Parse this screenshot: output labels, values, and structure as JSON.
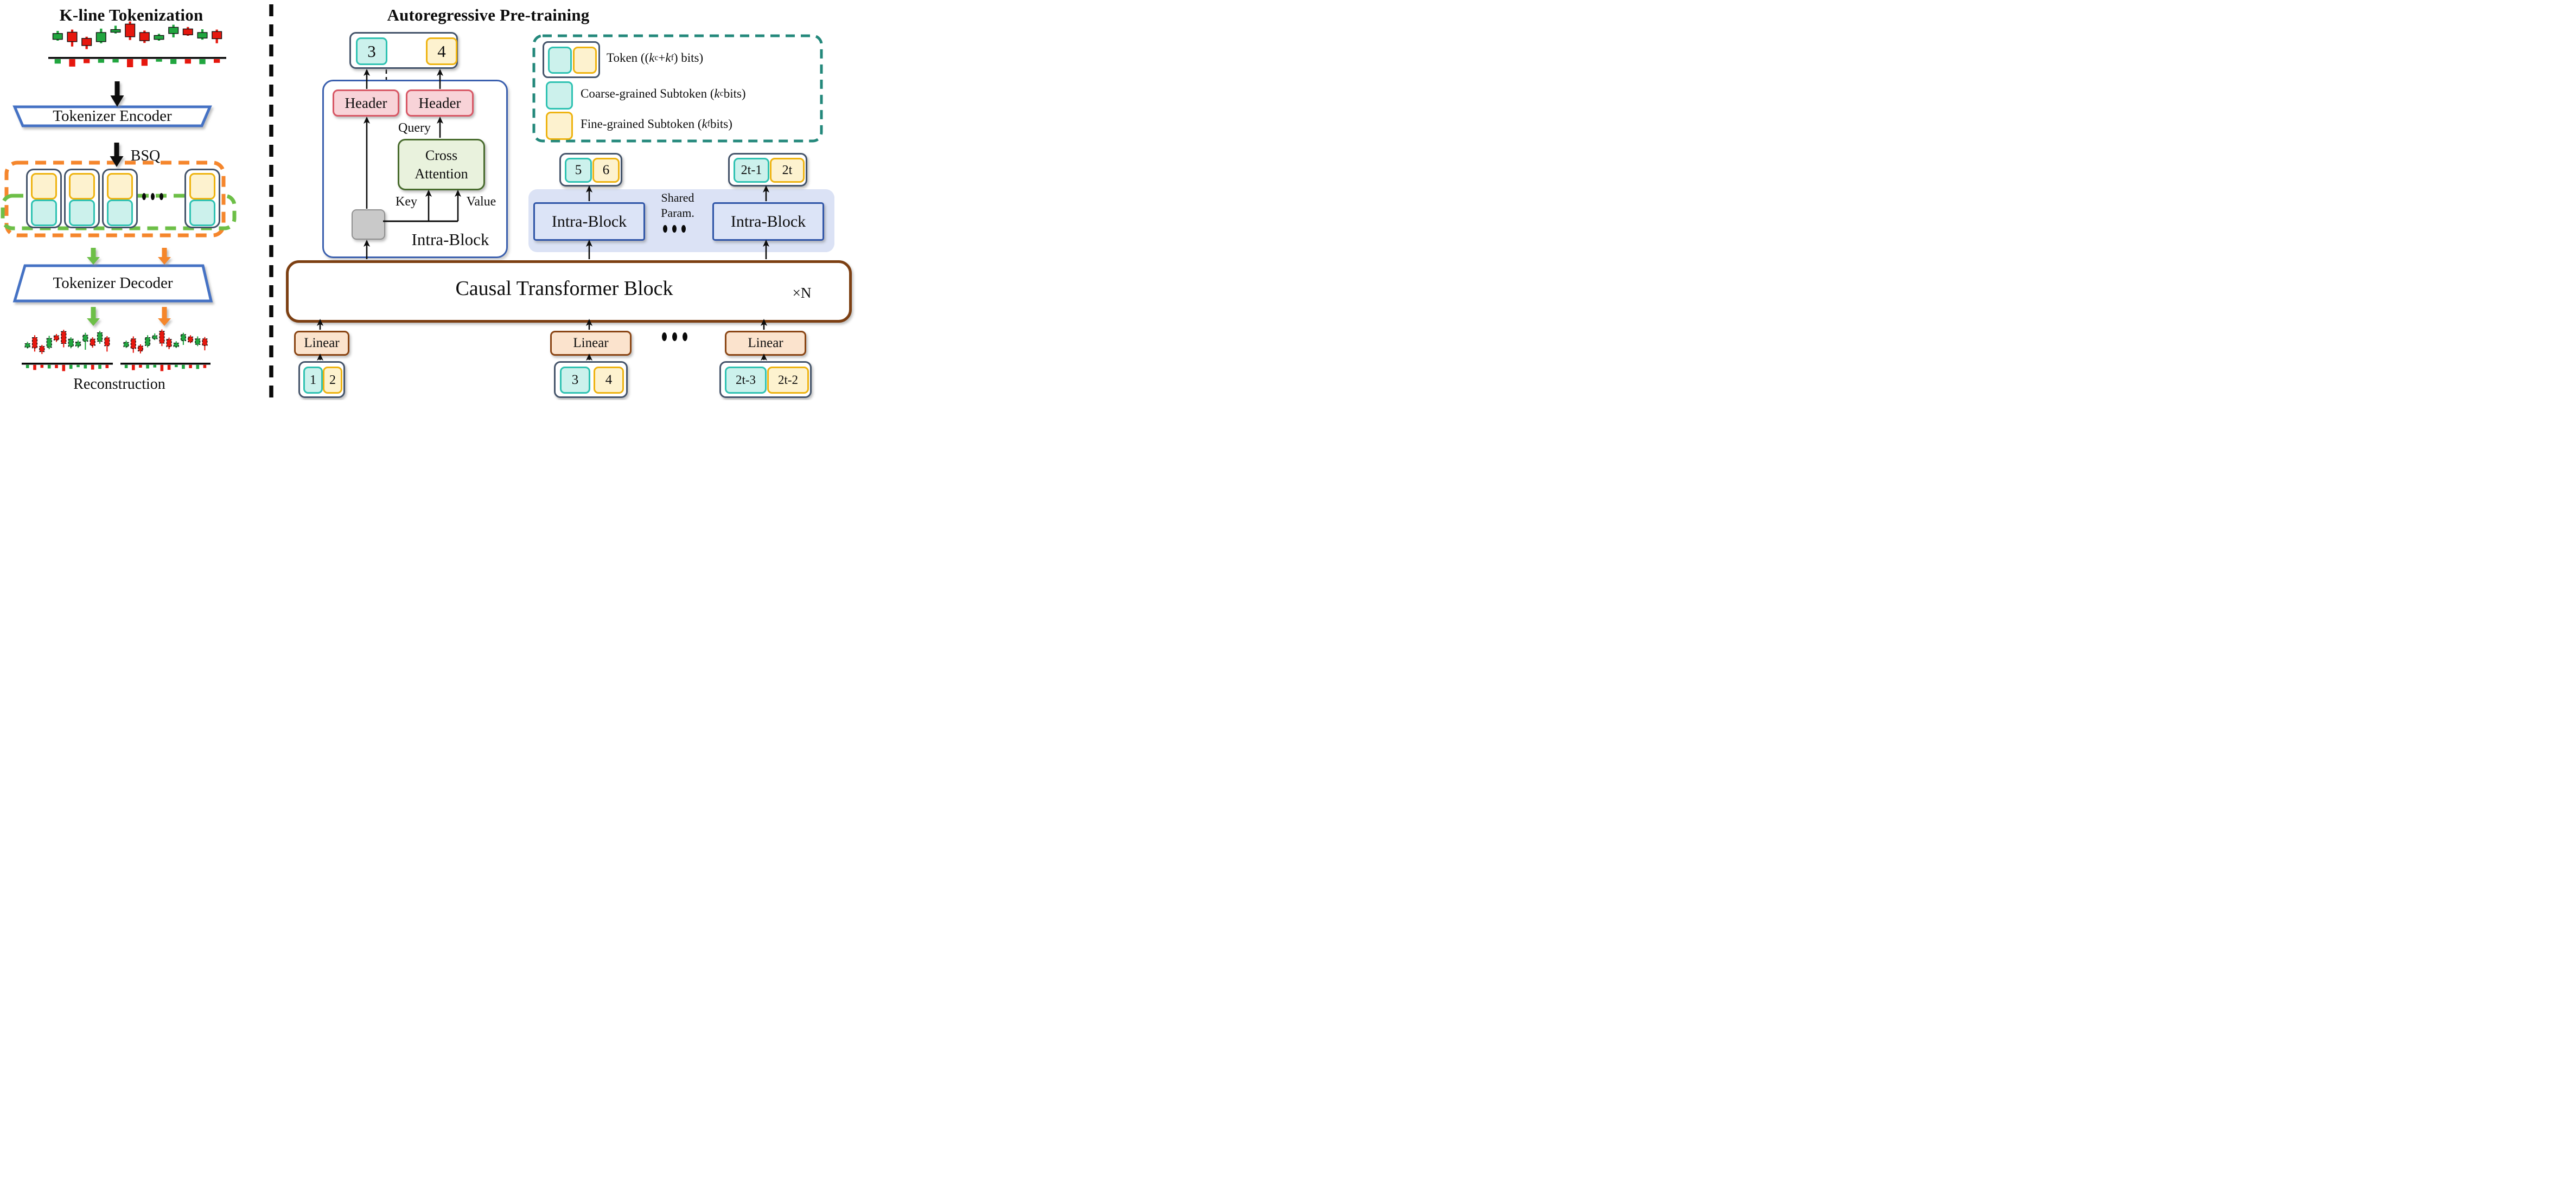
{
  "left_panel": {
    "title": "K-line Tokenization",
    "encoder_label": "Tokenizer Encoder",
    "bsq_label": "BSQ",
    "decoder_label": "Tokenizer Decoder",
    "reconstruction_label": "Reconstruction",
    "kline_chart": {
      "type": "candlestick",
      "candles": [
        {
          "d": "up",
          "wt": 30,
          "wb": 60,
          "bt": 38,
          "bb": 56,
          "v": 0.55
        },
        {
          "d": "down",
          "wt": 26,
          "wb": 78,
          "bt": 34,
          "bb": 63,
          "v": 0.92
        },
        {
          "d": "down",
          "wt": 48,
          "wb": 86,
          "bt": 53,
          "bb": 75,
          "v": 0.5
        },
        {
          "d": "up",
          "wt": 23,
          "wb": 68,
          "bt": 35,
          "bb": 63,
          "v": 0.45
        },
        {
          "d": "up",
          "wt": 14,
          "wb": 38,
          "bt": 26,
          "bb": 34,
          "v": 0.42
        },
        {
          "d": "down",
          "wt": 1,
          "wb": 58,
          "bt": 9,
          "bb": 48,
          "v": 1.0
        },
        {
          "d": "down",
          "wt": 29,
          "wb": 67,
          "bt": 35,
          "bb": 60,
          "v": 0.82
        },
        {
          "d": "up",
          "wt": 39,
          "wb": 60,
          "bt": 44,
          "bb": 56,
          "v": 0.32
        },
        {
          "d": "up",
          "wt": 11,
          "wb": 50,
          "bt": 19,
          "bb": 38,
          "v": 0.6
        },
        {
          "d": "down",
          "wt": 18,
          "wb": 45,
          "bt": 24,
          "bb": 42,
          "v": 0.55
        },
        {
          "d": "up",
          "wt": 25,
          "wb": 57,
          "bt": 35,
          "bb": 52,
          "v": 0.62
        },
        {
          "d": "down",
          "wt": 26,
          "wb": 68,
          "bt": 32,
          "bb": 54,
          "v": 0.46
        }
      ]
    },
    "recon_chart_left": {
      "type": "candlestick",
      "candles": [
        {
          "d": "up",
          "wt": 42,
          "wb": 64,
          "bt": 48,
          "bb": 60,
          "v": 0.5
        },
        {
          "d": "down",
          "wt": 20,
          "wb": 74,
          "bt": 28,
          "bb": 62,
          "v": 0.78
        },
        {
          "d": "down",
          "wt": 52,
          "wb": 82,
          "bt": 57,
          "bb": 74,
          "v": 0.45
        },
        {
          "d": "up",
          "wt": 22,
          "wb": 66,
          "bt": 31,
          "bb": 60,
          "v": 0.55
        },
        {
          "d": "down",
          "wt": 16,
          "wb": 42,
          "bt": 22,
          "bb": 36,
          "v": 0.5
        },
        {
          "d": "down",
          "wt": 2,
          "wb": 60,
          "bt": 8,
          "bb": 47,
          "v": 0.95
        },
        {
          "d": "up",
          "wt": 27,
          "wb": 63,
          "bt": 33,
          "bb": 57,
          "v": 0.6
        },
        {
          "d": "up",
          "wt": 37,
          "wb": 62,
          "bt": 43,
          "bb": 56,
          "v": 0.35
        },
        {
          "d": "up",
          "wt": 12,
          "wb": 68,
          "bt": 20,
          "bb": 40,
          "v": 0.55
        },
        {
          "d": "down",
          "wt": 27,
          "wb": 61,
          "bt": 33,
          "bb": 54,
          "v": 0.72
        },
        {
          "d": "up",
          "wt": 6,
          "wb": 48,
          "bt": 12,
          "bb": 40,
          "v": 0.6
        },
        {
          "d": "down",
          "wt": 23,
          "wb": 74,
          "bt": 29,
          "bb": 55,
          "v": 0.5
        }
      ]
    },
    "recon_chart_right": {
      "type": "candlestick",
      "candles": [
        {
          "d": "up",
          "wt": 38,
          "wb": 62,
          "bt": 44,
          "bb": 58,
          "v": 0.5
        },
        {
          "d": "down",
          "wt": 24,
          "wb": 78,
          "bt": 32,
          "bb": 64,
          "v": 0.8
        },
        {
          "d": "down",
          "wt": 50,
          "wb": 80,
          "bt": 56,
          "bb": 72,
          "v": 0.42
        },
        {
          "d": "up",
          "wt": 20,
          "wb": 60,
          "bt": 28,
          "bb": 54,
          "v": 0.55
        },
        {
          "d": "up",
          "wt": 14,
          "wb": 36,
          "bt": 22,
          "bb": 32,
          "v": 0.4
        },
        {
          "d": "down",
          "wt": 1,
          "wb": 56,
          "bt": 7,
          "bb": 46,
          "v": 0.95
        },
        {
          "d": "down",
          "wt": 28,
          "wb": 66,
          "bt": 34,
          "bb": 58,
          "v": 0.75
        },
        {
          "d": "up",
          "wt": 40,
          "wb": 62,
          "bt": 46,
          "bb": 58,
          "v": 0.35
        },
        {
          "d": "up",
          "wt": 12,
          "wb": 52,
          "bt": 18,
          "bb": 38,
          "v": 0.6
        },
        {
          "d": "down",
          "wt": 20,
          "wb": 46,
          "bt": 26,
          "bb": 42,
          "v": 0.5
        },
        {
          "d": "up",
          "wt": 24,
          "wb": 56,
          "bt": 32,
          "bb": 50,
          "v": 0.62
        },
        {
          "d": "down",
          "wt": 26,
          "wb": 70,
          "bt": 32,
          "bb": 54,
          "v": 0.48
        }
      ]
    }
  },
  "right_panel": {
    "title": "Autoregressive Pre-training",
    "output_token": {
      "coarse": "3",
      "fine": "4"
    },
    "headers": [
      "Header",
      "Header"
    ],
    "query_label": "Query",
    "key_label": "Key",
    "value_label": "Value",
    "cross_attention_lines": [
      "Cross",
      "Attention"
    ],
    "intra_block_label": "Intra-Block",
    "mid_tokens": [
      {
        "coarse": "5",
        "fine": "6"
      },
      {
        "coarse": "2t-1",
        "fine": "2t"
      }
    ],
    "shared_param_lines": [
      "Shared",
      "Param."
    ],
    "shared_blocks": [
      {
        "label": "Intra-Block"
      },
      {
        "label": "Intra-Block"
      }
    ],
    "causal_block_label": "Causal Transformer Block",
    "repeat_label": "×N",
    "linear_labels": [
      "Linear",
      "Linear",
      "Linear"
    ],
    "input_tokens": [
      {
        "coarse": "1",
        "fine": "2"
      },
      {
        "coarse": "3",
        "fine": "4"
      },
      {
        "coarse": "2t-3",
        "fine": "2t-2"
      }
    ]
  },
  "legend": {
    "rows": [
      {
        "icon": "token-pair",
        "pre": "Token ((",
        "k1": "k",
        "s1": "c",
        "mid": " + ",
        "k2": "k",
        "s2": "f",
        "post": ") bits)"
      },
      {
        "icon": "coarse-subtoken",
        "pre": "Coarse-grained Subtoken (",
        "k1": "k",
        "s1": "c",
        "post": " bits)"
      },
      {
        "icon": "fine-subtoken",
        "pre": "Fine-grained Subtoken (",
        "k1": "k",
        "s1": "f",
        "post": " bits)"
      }
    ]
  },
  "colors": {
    "coarse_fill": "#ccf1ec",
    "coarse_border": "#2fc2b2",
    "fine_fill": "#fdf2cf",
    "fine_border": "#eeb310",
    "token_border": "#44546a",
    "header_fill": "#f8d3d8",
    "header_border": "#d85765",
    "attention_fill": "#e9f2dd",
    "attention_border": "#486b2d",
    "intra_border": "#3a5fae",
    "causal_border": "#7c3f12",
    "linear_fill": "#fbe3cd",
    "linear_border": "#8a4514",
    "shared_bg": "#dbe2f5",
    "intra_inner_border": "#2f55a8",
    "intra_inner_fill": "#dce4f7",
    "legend_border": "#23887b",
    "orange_dash": "#f5862c",
    "green_dash": "#6dbf47",
    "encoder_border": "#4472c4",
    "up_candle": "#21a63f",
    "down_candle": "#e6170e"
  }
}
